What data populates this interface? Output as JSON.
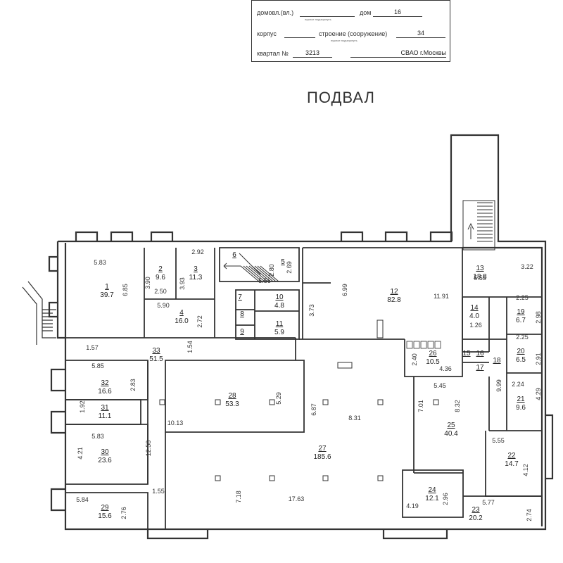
{
  "stamp": {
    "row1": {
      "label": "домовл.(вл.)",
      "mid": "дом",
      "value": "16",
      "hint": "нужное подчеркнуть"
    },
    "row2": {
      "label": "корпус",
      "mid": "строение (сооружение)",
      "value": "34",
      "hint": "нужное подчеркнуть"
    },
    "row3": {
      "label": "квартал №",
      "value": "3213",
      "district": "СВАО г.Москвы"
    }
  },
  "title": "ПОДВАЛ",
  "rooms": [
    {
      "num": "1",
      "area": "39.7"
    },
    {
      "num": "2",
      "area": "9.6"
    },
    {
      "num": "3",
      "area": "11.3"
    },
    {
      "num": "4",
      "area": "16.0"
    },
    {
      "num": "5",
      "area": ""
    },
    {
      "num": "6",
      "area": ""
    },
    {
      "num": "7",
      "area": ""
    },
    {
      "num": "8",
      "area": ""
    },
    {
      "num": "9",
      "area": ""
    },
    {
      "num": "10",
      "area": "4.8"
    },
    {
      "num": "11",
      "area": "5.9"
    },
    {
      "num": "12",
      "area": "82.8"
    },
    {
      "num": "13",
      "area": "18.8"
    },
    {
      "num": "14",
      "area": "4.0"
    },
    {
      "num": "15",
      "area": ""
    },
    {
      "num": "16",
      "area": ""
    },
    {
      "num": "17",
      "area": ""
    },
    {
      "num": "18",
      "area": ""
    },
    {
      "num": "19",
      "area": "6.7"
    },
    {
      "num": "20",
      "area": "6.5"
    },
    {
      "num": "21",
      "area": "9.6"
    },
    {
      "num": "22",
      "area": "14.7"
    },
    {
      "num": "23",
      "area": "20.2"
    },
    {
      "num": "24",
      "area": "12.1"
    },
    {
      "num": "25",
      "area": "40.4"
    },
    {
      "num": "26",
      "area": "10.5"
    },
    {
      "num": "27",
      "area": "185.6"
    },
    {
      "num": "28",
      "area": "53.3"
    },
    {
      "num": "29",
      "area": "15.6"
    },
    {
      "num": "30",
      "area": "23.6"
    },
    {
      "num": "31",
      "area": "11.1"
    },
    {
      "num": "32",
      "area": "16.6"
    },
    {
      "num": "33",
      "area": "51.5"
    }
  ],
  "dims": [
    "5.83",
    "6.85",
    "2.92",
    "3.90",
    "2.50",
    "3.93",
    "5.90",
    "2.72",
    "5.56",
    "2.80",
    "2.69",
    "6.99",
    "11.91",
    "3.73",
    "5.55",
    "3.22",
    "2.25",
    "2.98",
    "1.26",
    "2.25",
    "2.91",
    "2.24",
    "4.29",
    "9.99",
    "2.40",
    "4.36",
    "5.45",
    "7.01",
    "8.32",
    "1.57",
    "1.54",
    "5.85",
    "2.83",
    "5.29",
    "6.87",
    "8.31",
    "1.92",
    "10.13",
    "5.83",
    "12.58",
    "4.21",
    "5.55",
    "4.12",
    "1.55",
    "7.18",
    "17.63",
    "4.19",
    "2.96",
    "5.77",
    "5.84",
    "2.76",
    "2.74"
  ]
}
